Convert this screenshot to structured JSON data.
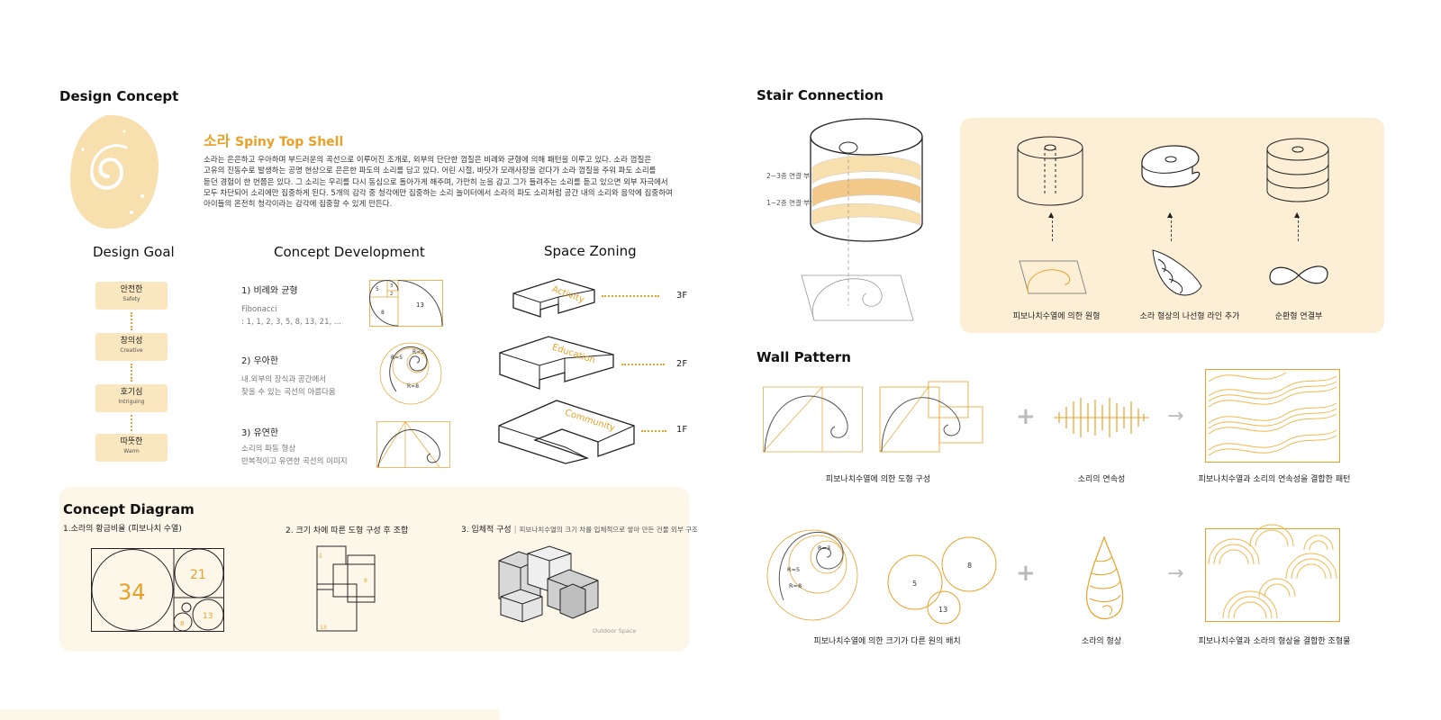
{
  "design_concept": {
    "title": "Design Concept",
    "shell_name_ko": "소라",
    "shell_name_en": "Spiny Top Shell",
    "description": [
      "소라는 은은하고 우아하며 부드러운의 곡선으로 이루어진 조개로, 외부의 단단한 껍질은 비례와 균형에 의해 패턴을 이루고 있다. 소라 껍질은",
      "고유의 진동수로 발생하는 공명 현상으로 은은한 파도의 소리를 담고 있다. 어린 시절, 바닷가 모래사장을 걷다가 소라 껍질을 주워 파도 소리를",
      "듣던 경험이 한 번쯤은 있다. 그 소리는 우리를 다시 동심으로 돌아가게 해주며, 가만히 눈을 감고 그가 들려주는 소리를 듣고 있으면 외부 자극에서",
      "모두 차단되어 소리에만 집중하게 된다. 5개의 감각 중 청각에만 집중하는 소리 놀이터에서 소라의 파도 소리처럼 공간 내의 소리와 음악에 집중하여",
      "아이들의 온전히 청각이라는 감각에 집중할 수 있게 만든다."
    ]
  },
  "design_goal": {
    "title": "Design Goal",
    "items": [
      {
        "ko": "안전한",
        "en": "Safety"
      },
      {
        "ko": "창의성",
        "en": "Creative"
      },
      {
        "ko": "호기심",
        "en": "Intriguing"
      },
      {
        "ko": "따뜻한",
        "en": "Warm"
      }
    ]
  },
  "concept_development": {
    "title": "Concept Development",
    "items": [
      {
        "heading": "1) 비례와 균형",
        "line1": "Fibonacci",
        "line2": ": 1, 1, 2, 3, 5, 8, 13, 21, ..."
      },
      {
        "heading": "2) 우아한",
        "line1": "내.외부의 장식과 공간에서",
        "line2": "찾을 수 있는 곡선의 아름다움"
      },
      {
        "heading": "3) 유연한",
        "line1": "소리의 파동 형상",
        "line2": "반복적이고 유연한 곡선의 이미지"
      }
    ],
    "golden_labels": [
      "5",
      "3",
      "2",
      "13",
      "8"
    ],
    "circle_labels": [
      "R=3",
      "R=5",
      "R=8"
    ]
  },
  "space_zoning": {
    "title": "Space Zoning",
    "zones": [
      {
        "name": "Activity",
        "floor": "3F"
      },
      {
        "name": "Education",
        "floor": "2F"
      },
      {
        "name": "Community",
        "floor": "1F"
      }
    ]
  },
  "concept_diagram": {
    "title": "Concept Diagram",
    "step1": "1.소라의 황금비율 (피보나치 수열)",
    "step2": "2. 크기 차에 따른 도형 구성 후 조합",
    "step3": "3. 입체적 구성",
    "step3_note": "피보나치수열의 크기 차를 입체적으로 쌓아 만든 건물 외부 구조",
    "fib_numbers": [
      "34",
      "21",
      "13",
      "8"
    ],
    "rect_numbers": [
      "5",
      "8",
      "13"
    ],
    "outdoor_label": "Outdoor Space"
  },
  "stair_connection": {
    "title": "Stair Connection",
    "labels": [
      "2~3층 연결 부",
      "1~2층 연결 부"
    ],
    "captions": [
      "피보나치수열에 의한 원형",
      "소라 형상의 나선형 라인 추가",
      "순환형 연결부"
    ]
  },
  "wall_pattern": {
    "title": "Wall Pattern",
    "row1_captions": [
      "피보나치수열에 의한 도형 구성",
      "소리의 연속성",
      "피보나치수열과 소리의 연속성을 결합한 패턴"
    ],
    "row2_captions": [
      "피보나치수열에 의한 크기가 다른 원의 배치",
      "소라의 형상",
      "피보나치수열과 소라의 형상을 결합한 조형물"
    ],
    "radius_labels": [
      "R=3",
      "R=5",
      "R=8"
    ],
    "circle_numbers": [
      "5",
      "8",
      "13"
    ],
    "plus": "+",
    "arrow": "→"
  },
  "colors": {
    "accent": "#e8a128",
    "panel": "#fdf7ea",
    "shell": "#f7dfae"
  }
}
